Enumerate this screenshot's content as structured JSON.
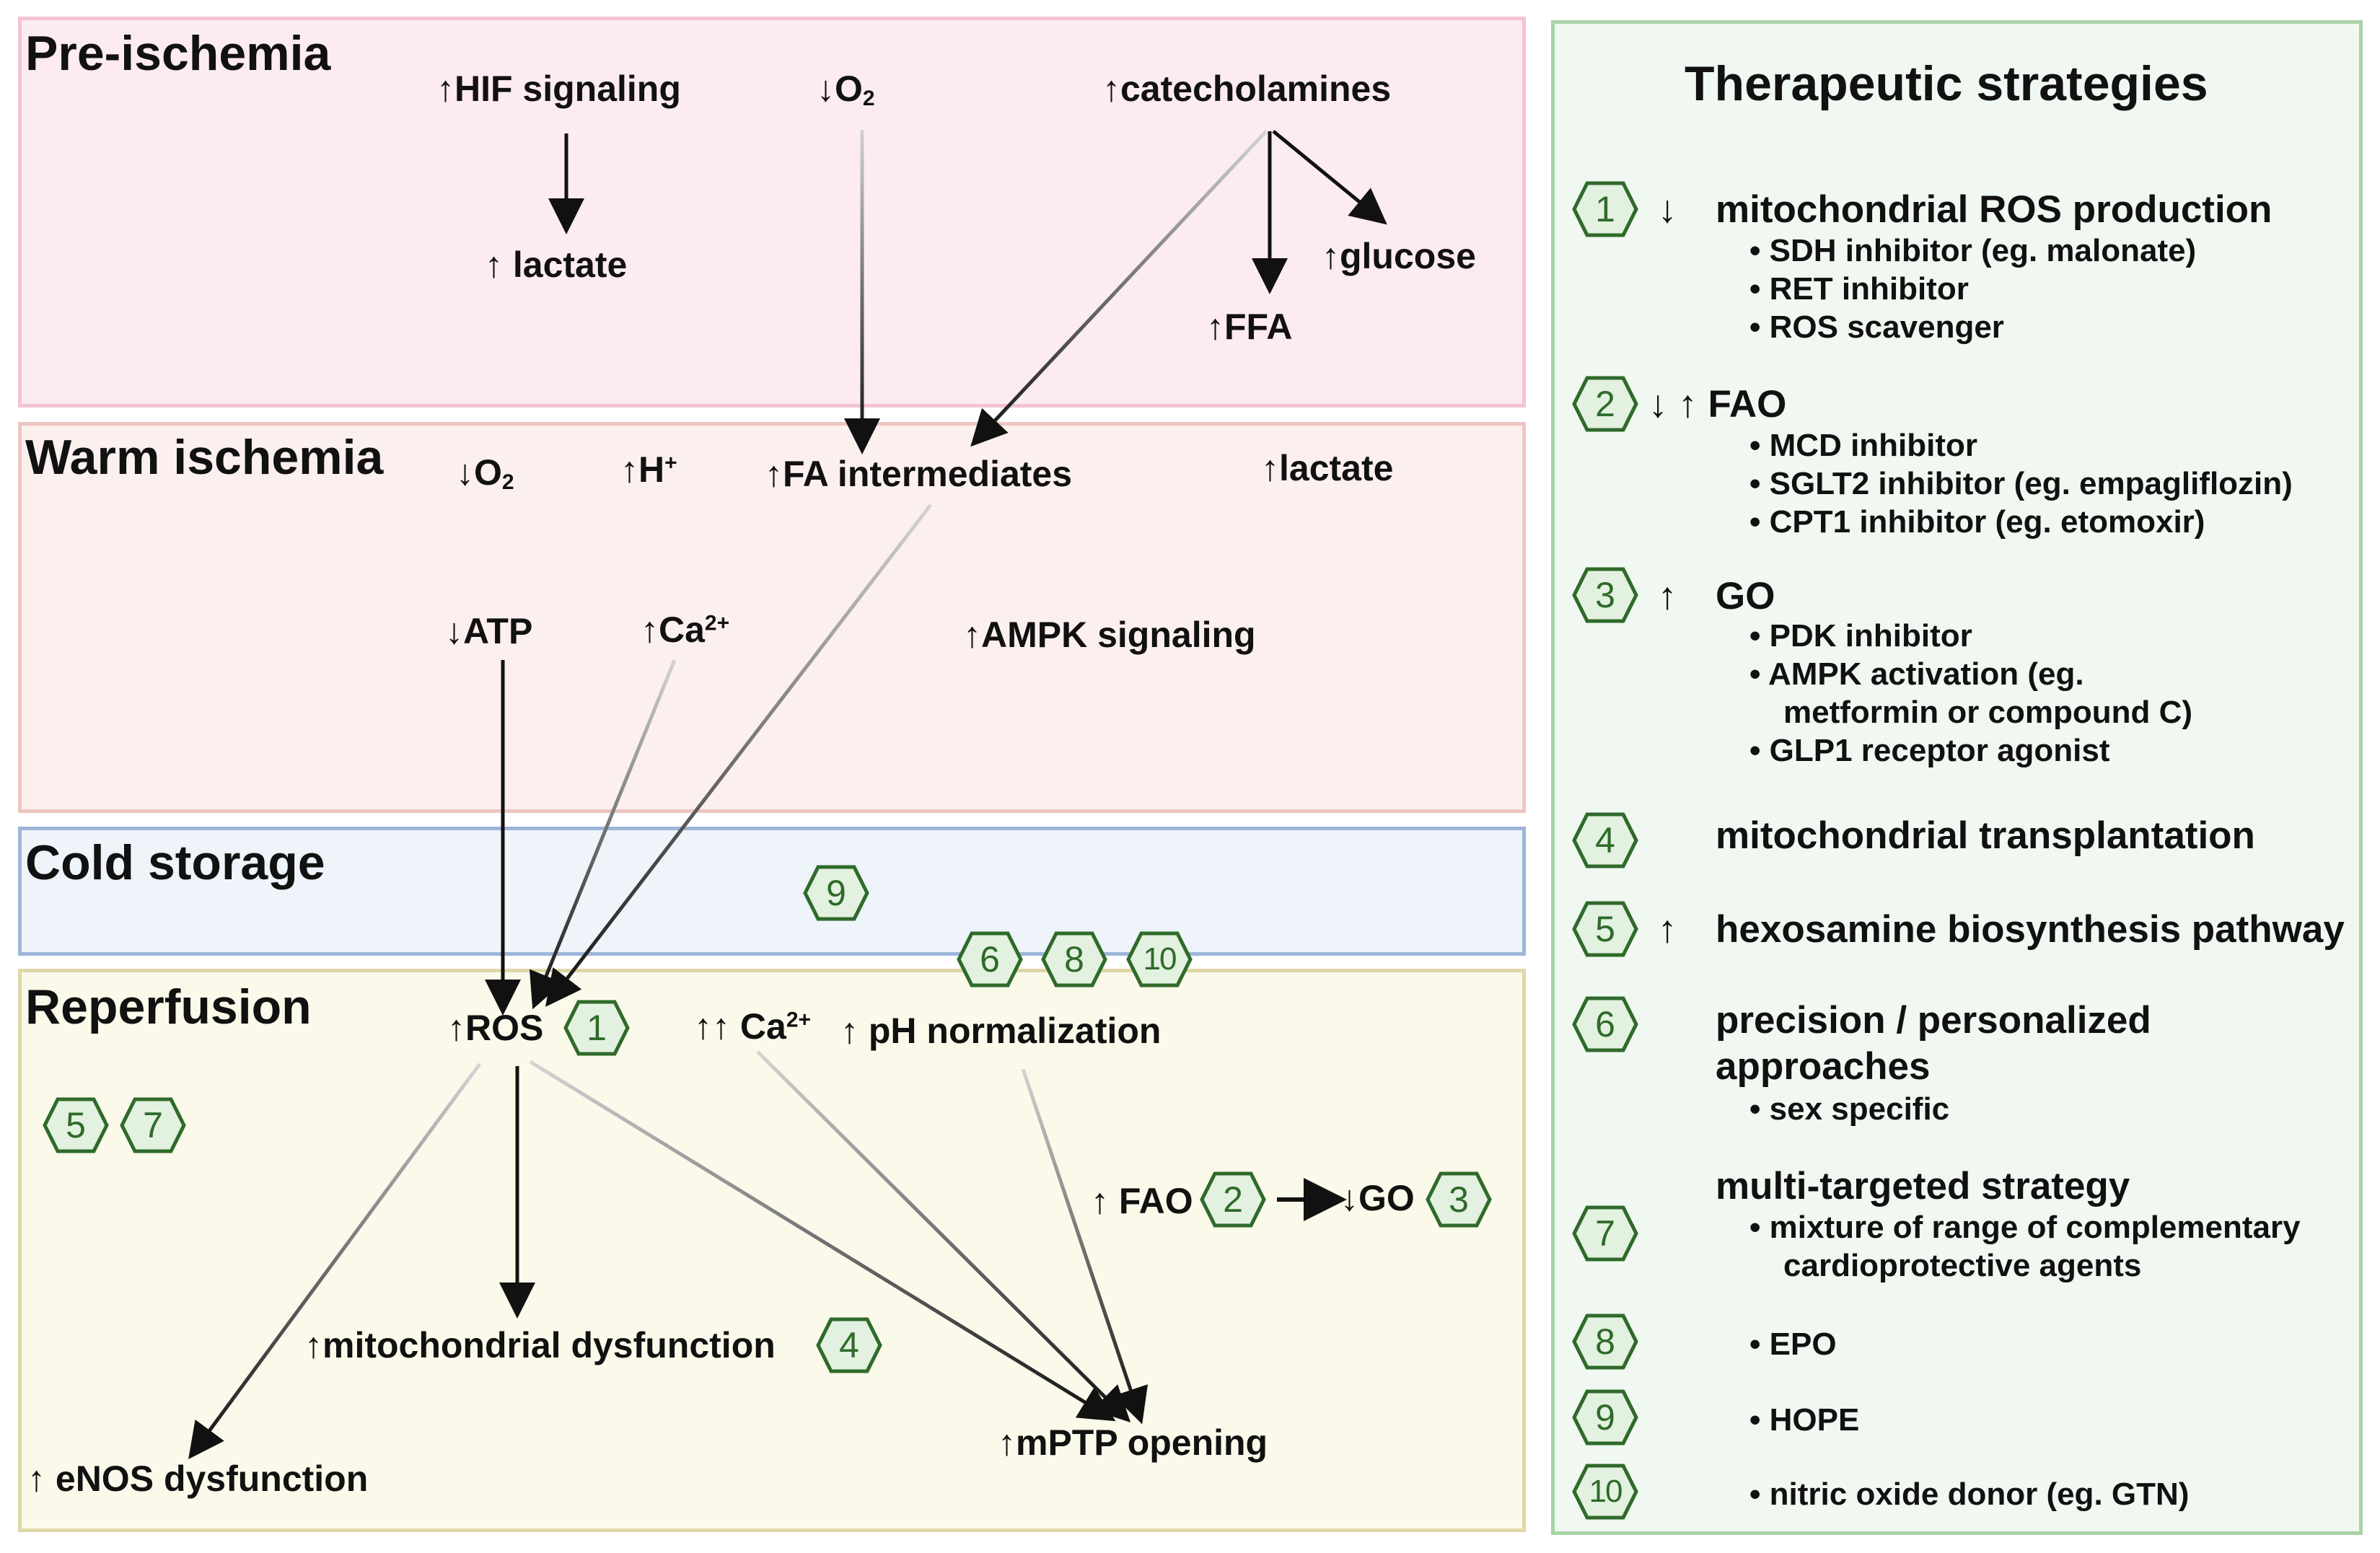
{
  "colors": {
    "pre_bg": "#fdebf2",
    "pre_border": "#f1c3d3",
    "warm_bg": "#fcf0ef",
    "warm_border": "#eec5c2",
    "cold_bg": "#eef4fa",
    "cold_border": "#9db5d8",
    "rep_bg": "#fbf9ea",
    "rep_border": "#dfd7a8",
    "ther_bg": "#f0f8f1",
    "ther_border": "#a9d3a8",
    "badge_fill": "#e3f1e0",
    "badge_stroke": "#2f6a2a"
  },
  "stages": {
    "pre": "Pre-ischemia",
    "warm": "Warm ischemia",
    "cold": "Cold storage",
    "reperfusion": "Reperfusion"
  },
  "pre": {
    "hif": "↑HIF signaling",
    "o2_arrow": "↓O",
    "o2_sub": "2",
    "catecholamines": "↑catecholamines",
    "lactate": "↑ lactate",
    "glucose": "↑glucose",
    "ffa": "↑FFA"
  },
  "warm": {
    "o2_arrow": "↓O",
    "o2_sub": "2",
    "h_arrow": "↑H",
    "h_sup": "+",
    "fa": "↑FA intermediates",
    "lactate": "↑lactate",
    "atp": "↓ATP",
    "ca_arrow": "↑Ca",
    "ca_sup": "2+",
    "ampk": "↑AMPK signaling"
  },
  "reperfusion": {
    "ros": "↑ROS",
    "ca_arrow": "↑↑ Ca",
    "ca_sup": "2+",
    "ph": "↑ pH normalization",
    "fao": "↑ FAO",
    "go": "↓GO",
    "mito": "↑mitochondrial dysfunction",
    "enos": "↑ eNOS dysfunction",
    "mptp": "↑mPTP opening"
  },
  "badges": {
    "b1": "1",
    "b2": "2",
    "b3": "3",
    "b4": "4",
    "b5": "5",
    "b6": "6",
    "b7": "7",
    "b8": "8",
    "b9": "9",
    "b10": "10"
  },
  "therapeutic": {
    "title": "Therapeutic strategies",
    "s1_dir": "↓",
    "s1_head": "mitochondrial ROS production",
    "s1_items": [
      "SDH inhibitor (eg. malonate)",
      "RET inhibitor",
      "ROS scavenger"
    ],
    "s2_head": "↓ ↑ FAO",
    "s2_items": [
      "MCD inhibitor",
      "SGLT2 inhibitor (eg. empagliflozin)",
      "CPT1 inhibitor (eg. etomoxir)"
    ],
    "s3_dir": "↑",
    "s3_head": "GO",
    "s3_items": [
      "PDK inhibitor",
      "AMPK activation (eg.",
      "metformin or compound C)",
      "GLP1 receptor agonist"
    ],
    "s4_head": "mitochondrial transplantation",
    "s5_dir": "↑",
    "s5_head": "hexosamine biosynthesis pathway",
    "s6_head_1": "precision / personalized",
    "s6_head_2": "approaches",
    "s6_items": [
      "sex specific"
    ],
    "s7_head": "multi-targeted strategy",
    "s7_items": [
      "mixture of range of complementary",
      "cardioprotective agents"
    ],
    "s8_item": "EPO",
    "s9_item": "HOPE",
    "s10_item": "nitric oxide donor (eg. GTN)"
  }
}
